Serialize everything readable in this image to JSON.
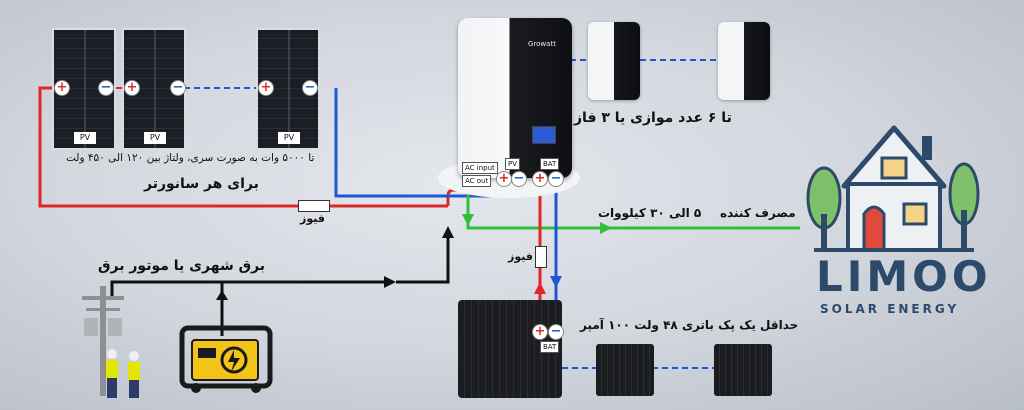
{
  "labels": {
    "pv_range": "تا ۵۰۰۰ وات به صورت سری، ولتاژ بین ۱۲۰ الی ۴۵۰ ولت",
    "per_inverter": "برای هر سانورتر",
    "fuse": "فیوز",
    "grid_source": "برق شهری یا موتور برق",
    "parallel": "تا ۶ عدد موازی یا ۳ فاز",
    "consumer": "مصرف کننده",
    "consumer_power": "۵ الی ۳۰ کیلووات",
    "battery_min": "حداقل یک پک باتری ۴۸ ولت ۱۰۰ آمپر"
  },
  "inverter_ports": {
    "ac_input": "AC input",
    "ac_out": "AC out",
    "pv": "PV",
    "bat": "BAT"
  },
  "battery_port": "BAT",
  "panel_tag": "PV",
  "inverter_brand": "Growatt",
  "brand": {
    "name": "LIMOO",
    "tagline": "SOLAR ENERGY"
  },
  "colors": {
    "positive_wire": "#e0262b",
    "negative_wire": "#1f56d6",
    "ac_wire": "#2fbf3b",
    "grid_wire": "#111111",
    "logo": "#2e4a6a"
  },
  "icons": {
    "panel": "solar-panel-icon",
    "house": "house-icon",
    "generator": "generator-icon",
    "utility_pole": "utility-pole-icon",
    "workers": "workers-icon"
  }
}
